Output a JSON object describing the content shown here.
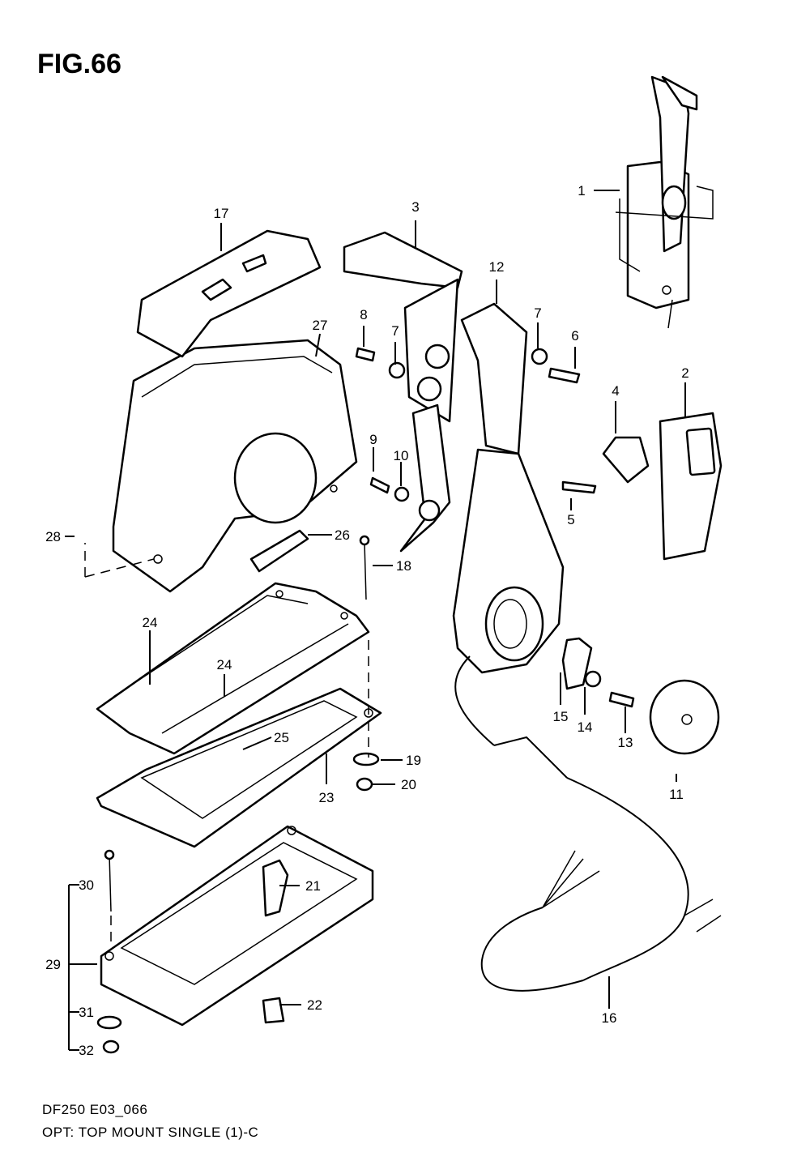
{
  "figure": {
    "title": "FIG.66",
    "code": "DF250 E03_066",
    "caption": "OPT: TOP MOUNT SINGLE (1)-C"
  },
  "callouts": [
    "1",
    "2",
    "3",
    "4",
    "5",
    "6",
    "7",
    "7",
    "8",
    "9",
    "10",
    "11",
    "12",
    "13",
    "14",
    "15",
    "16",
    "17",
    "18",
    "19",
    "20",
    "21",
    "22",
    "23",
    "24",
    "24",
    "25",
    "26",
    "27",
    "28",
    "29",
    "30",
    "31",
    "32"
  ]
}
